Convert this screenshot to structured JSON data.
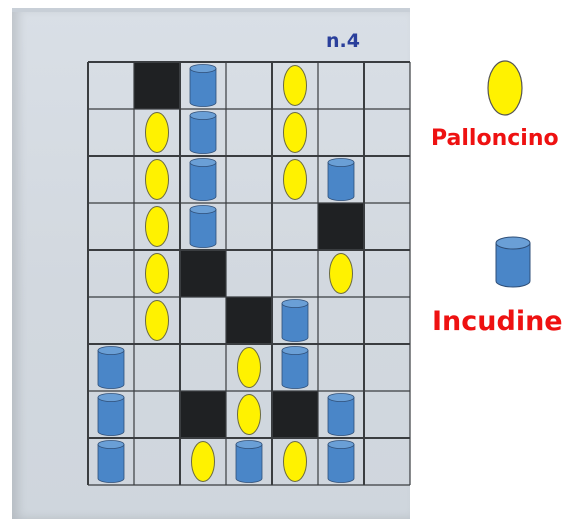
{
  "puzzle_label": "n.4",
  "grid": {
    "rows": 9,
    "cols": 7,
    "cells": [
      [
        "empty",
        "black",
        "anvil",
        "empty",
        "balloon",
        "empty",
        "empty"
      ],
      [
        "empty",
        "balloon",
        "anvil",
        "empty",
        "balloon",
        "empty",
        "empty"
      ],
      [
        "empty",
        "balloon",
        "anvil",
        "empty",
        "balloon",
        "anvil",
        "empty"
      ],
      [
        "empty",
        "balloon",
        "anvil",
        "empty",
        "empty",
        "black",
        "empty"
      ],
      [
        "empty",
        "balloon",
        "black",
        "empty",
        "empty",
        "balloon",
        "empty"
      ],
      [
        "empty",
        "balloon",
        "empty",
        "black",
        "anvil",
        "empty",
        "empty"
      ],
      [
        "anvil",
        "empty",
        "empty",
        "balloon",
        "anvil",
        "empty",
        "empty"
      ],
      [
        "anvil",
        "empty",
        "black",
        "balloon",
        "black",
        "anvil",
        "empty"
      ],
      [
        "anvil",
        "empty",
        "balloon",
        "anvil",
        "balloon",
        "anvil",
        "empty"
      ]
    ]
  },
  "legend": {
    "balloon_label": "Palloncino",
    "anvil_label": "Incudine"
  },
  "colors": {
    "balloon": "#fff200",
    "anvil": "#4a86c8",
    "black_cell": "#1f2123",
    "label": "#ee1111",
    "number": "#2a3f9b"
  },
  "icons": {
    "balloon": "yellow-ellipse",
    "anvil": "blue-cylinder"
  }
}
